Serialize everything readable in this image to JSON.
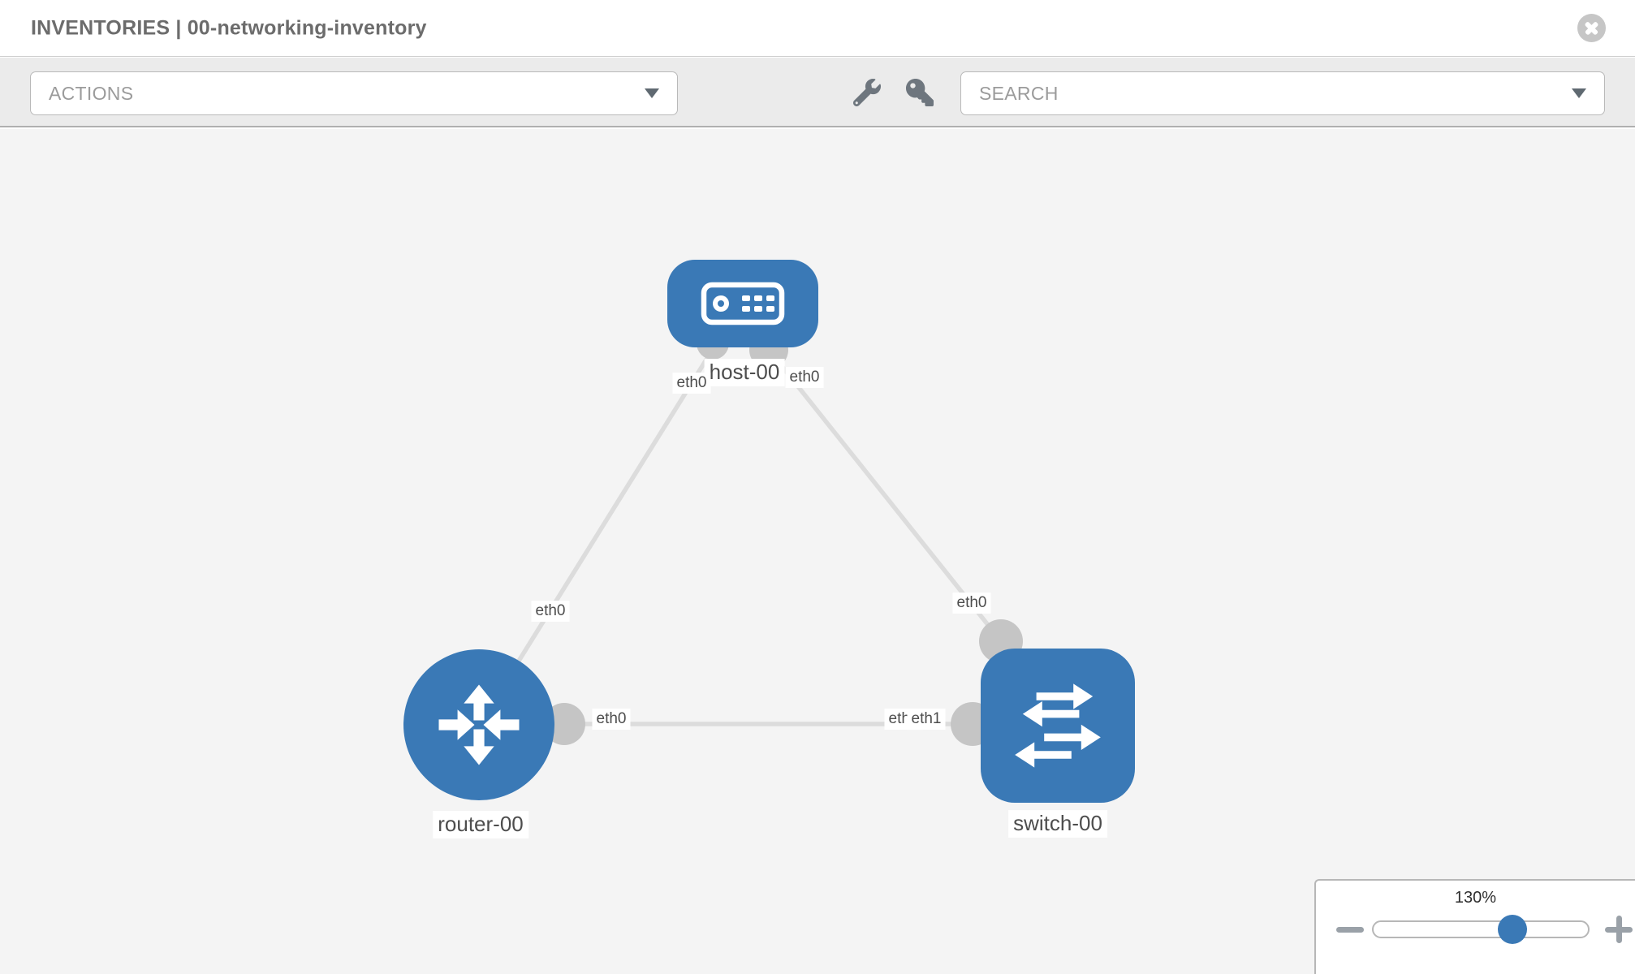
{
  "header": {
    "title": "INVENTORIES | 00-networking-inventory",
    "close_icon": "close-icon"
  },
  "toolbar": {
    "actions_label": "ACTIONS",
    "search_label": "SEARCH",
    "wrench_icon": "wrench-icon",
    "key_icon": "key-icon"
  },
  "diagram": {
    "nodes": [
      {
        "label": "host-00",
        "type": "host"
      },
      {
        "label": "router-00",
        "type": "router"
      },
      {
        "label": "switch-00",
        "type": "switch"
      }
    ],
    "links": [
      {
        "from": "router-00",
        "from_if": "eth0",
        "to": "host-00",
        "to_if": "eth0"
      },
      {
        "from": "host-00",
        "from_if": "eth0",
        "to": "switch-00",
        "to_if": "eth0"
      },
      {
        "from": "router-00",
        "from_if": "eth0",
        "to": "switch-00",
        "to_if": "eth0",
        "to_if2": "eth1"
      }
    ]
  },
  "zoom_control": {
    "level": "130%",
    "percent": 130,
    "minus_icon": "minus-icon",
    "plus_icon": "plus-icon"
  },
  "colors": {
    "node_blue": "#3a79b6",
    "link_gray": "#dcdcdc",
    "endpoint_gray": "#c5c5c5",
    "canvas_bg": "#f4f4f4",
    "toolbar_bg": "#ebebeb"
  }
}
